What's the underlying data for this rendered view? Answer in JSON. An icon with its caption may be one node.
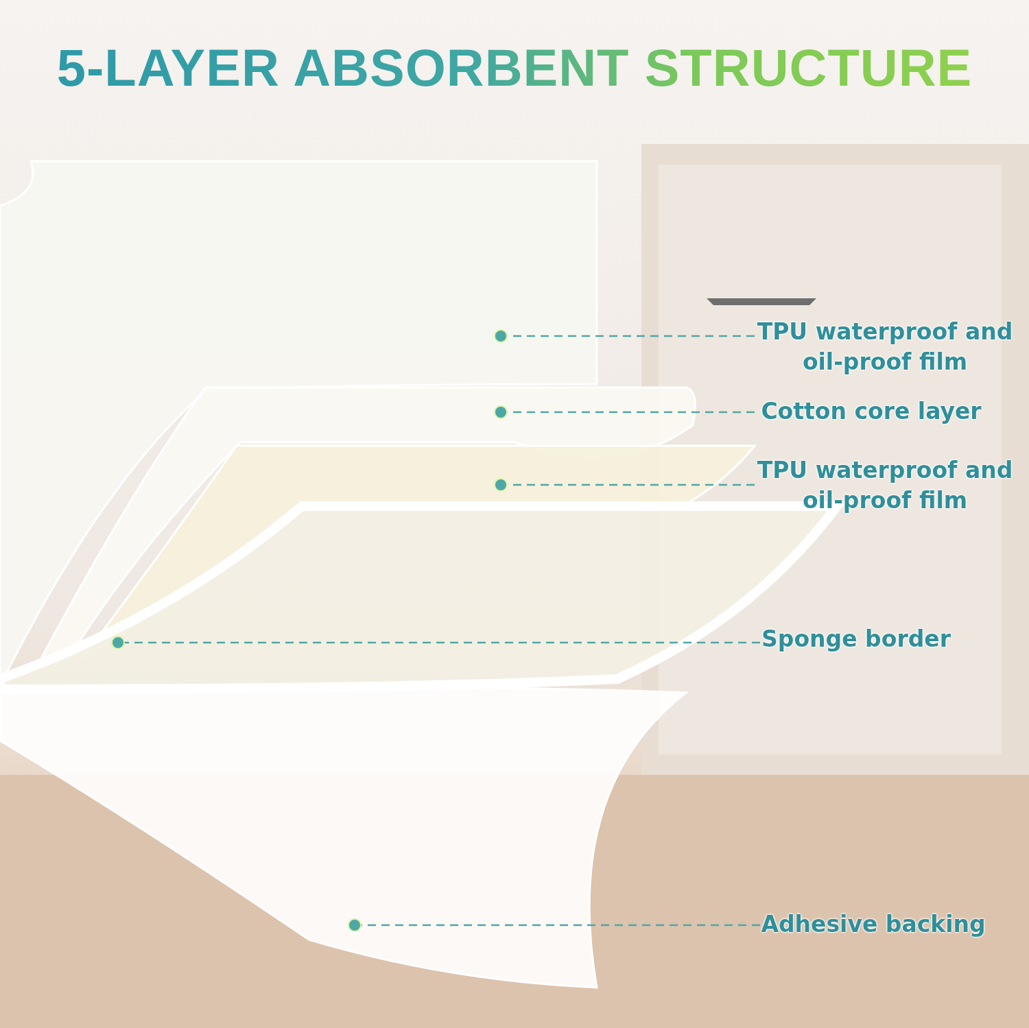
{
  "diagram": {
    "title": "5-LAYER ABSORBENT STRUCTURE",
    "nodes": [
      {
        "text": [
          "TPU waterproof and oil-proof film"
        ]
      },
      {
        "text": [
          "Cotton core layer"
        ]
      },
      {
        "text": [
          "TPU waterproof and oil-proof film"
        ]
      },
      {
        "text": [
          "Sponge border"
        ]
      },
      {
        "text": [
          "Adhesive backing"
        ]
      },
      {
        "text": [],
        "shape": "picture"
      },
      {
        "text": [],
        "shape": "picture"
      },
      {
        "text": [],
        "shape": "picture"
      },
      {
        "text": [],
        "shape": "picture"
      },
      {
        "text": [],
        "shape": "picture"
      }
    ],
    "edges": [
      {
        "from": 0,
        "to": 5,
        "arrow": "other",
        "style": "dashed"
      },
      {
        "from": 1,
        "to": 6,
        "arrow": "other",
        "style": "dashed"
      },
      {
        "from": 2,
        "to": 7,
        "arrow": "other",
        "style": "dashed"
      },
      {
        "from": 3,
        "to": 8,
        "arrow": "other",
        "style": "dashed"
      },
      {
        "from": 4,
        "to": 9,
        "arrow": "other",
        "style": "dashed"
      }
    ]
  }
}
